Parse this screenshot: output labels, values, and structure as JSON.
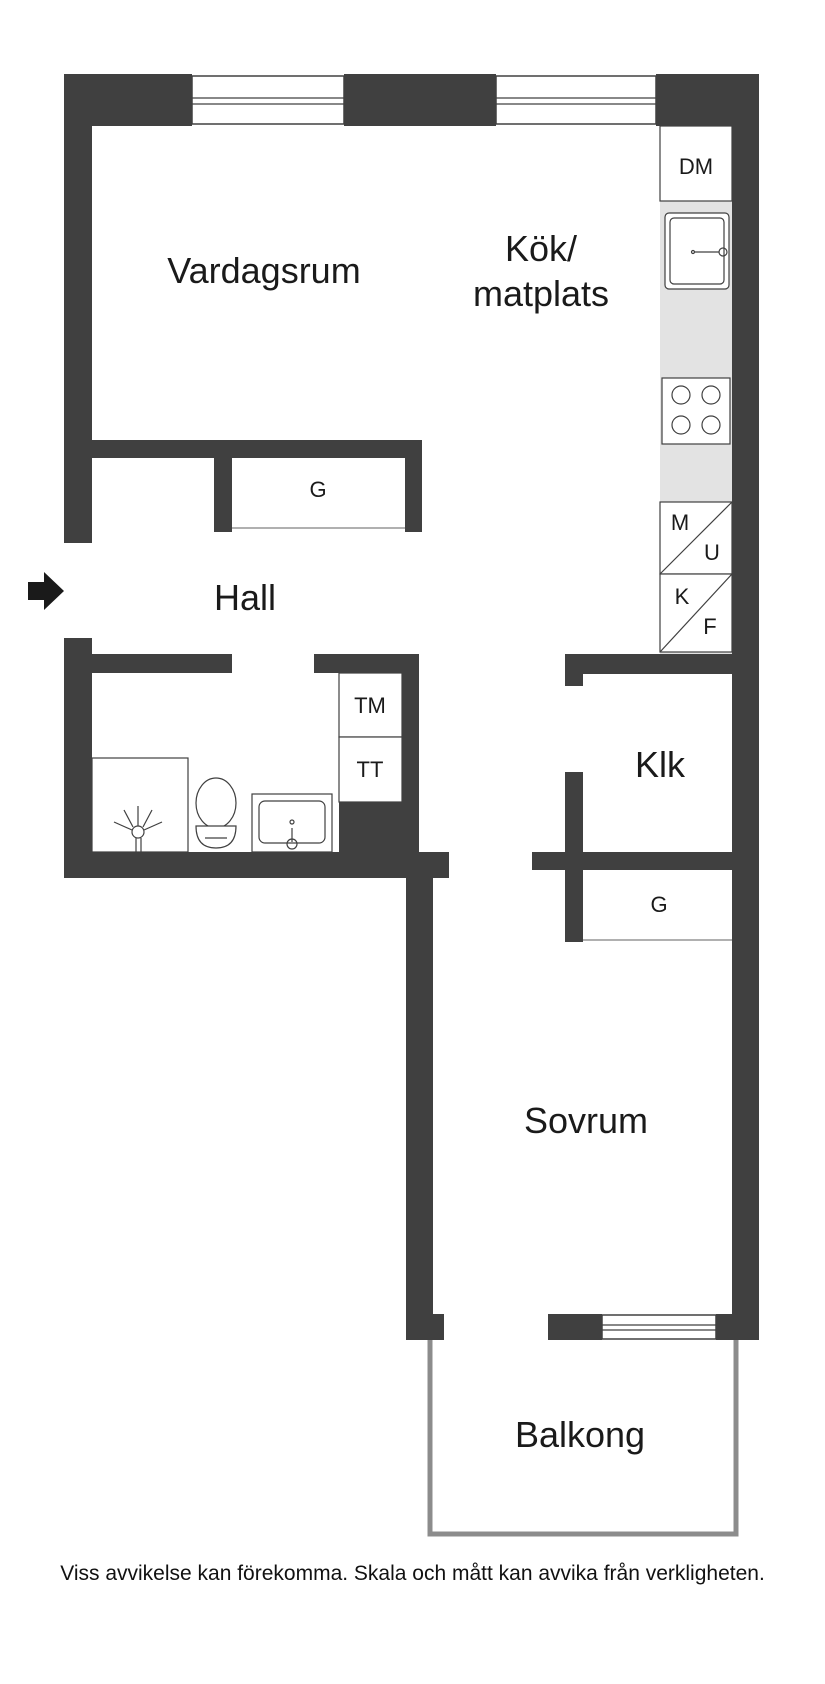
{
  "rooms": {
    "vardagsrum": "Vardagsrum",
    "kok_line1": "Kök/",
    "kok_line2": "matplats",
    "hall": "Hall",
    "klk": "Klk",
    "sovrum": "Sovrum",
    "balkong": "Balkong"
  },
  "fixtures": {
    "dishwasher": "DM",
    "closet_hall": "G",
    "closet_bedroom": "G",
    "fridge_top": "M",
    "fridge_bottom": "U",
    "freezer_top": "K",
    "freezer_bottom": "F",
    "washer": "TM",
    "dryer": "TT"
  },
  "disclaimer": "Viss avvikelse kan förekomma. Skala och mått kan avvika från verkligheten."
}
